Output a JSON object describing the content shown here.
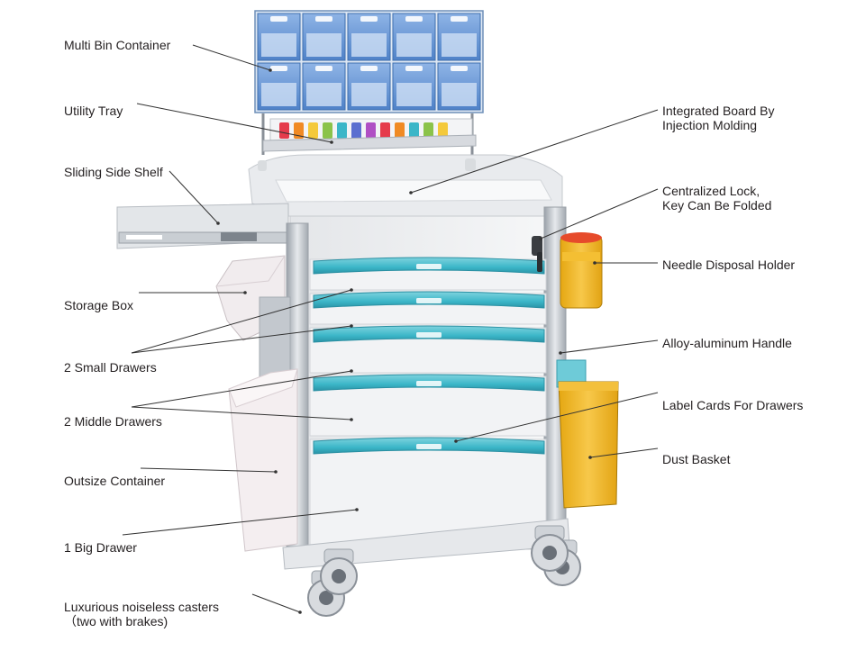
{
  "colors": {
    "teal": "#3bb6c8",
    "bin_blue": "#5b8fd0",
    "body_white": "#eef0f2",
    "yellow": "#f2b81e",
    "aluminum": "#b9bfc6",
    "leader": "#333333"
  },
  "labels": {
    "left": [
      {
        "id": "multi-bin",
        "lines": [
          "Multi Bin Container"
        ]
      },
      {
        "id": "utility-tray",
        "lines": [
          "Utility Tray"
        ]
      },
      {
        "id": "sliding-shelf",
        "lines": [
          "Sliding Side Shelf"
        ]
      },
      {
        "id": "storage-box",
        "lines": [
          "Storage Box"
        ]
      },
      {
        "id": "small-drawers",
        "lines": [
          "2 Small Drawers"
        ]
      },
      {
        "id": "middle-drawers",
        "lines": [
          "2 Middle Drawers"
        ]
      },
      {
        "id": "outsize-container",
        "lines": [
          "Outsize Container"
        ]
      },
      {
        "id": "big-drawer",
        "lines": [
          "1 Big Drawer"
        ]
      },
      {
        "id": "casters",
        "lines": [
          "Luxurious noiseless casters",
          "（two with brakes)"
        ]
      }
    ],
    "right": [
      {
        "id": "integrated-board",
        "lines": [
          "Integrated Board By",
          "Injection Molding"
        ]
      },
      {
        "id": "centralized-lock",
        "lines": [
          "Centralized Lock,",
          "Key Can Be Folded"
        ]
      },
      {
        "id": "needle-holder",
        "lines": [
          "Needle Disposal Holder"
        ]
      },
      {
        "id": "alloy-handle",
        "lines": [
          "Alloy-aluminum  Handle"
        ]
      },
      {
        "id": "label-cards",
        "lines": [
          "Label Cards For Drawers"
        ]
      },
      {
        "id": "dust-basket",
        "lines": [
          "Dust Basket"
        ]
      }
    ]
  }
}
